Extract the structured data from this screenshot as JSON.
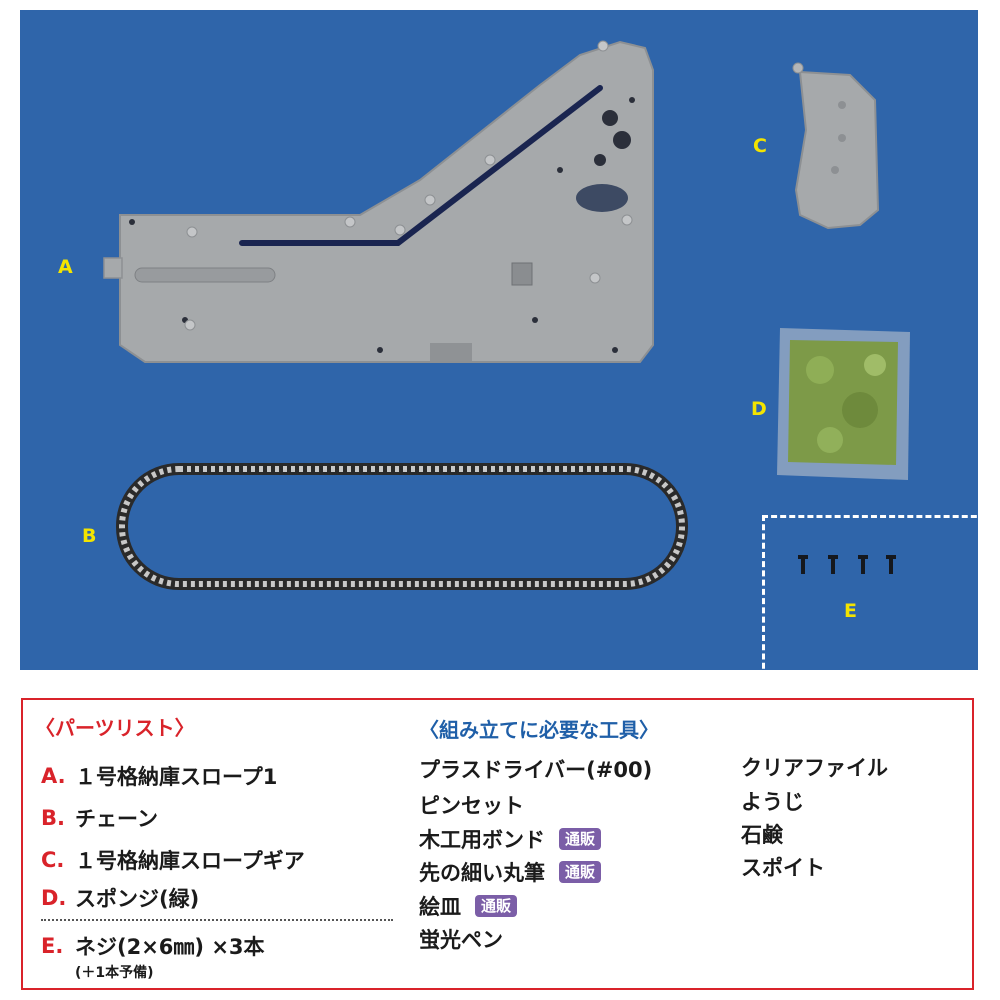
{
  "photo": {
    "background_color": "#2f65aa",
    "labels": [
      "A",
      "B",
      "C",
      "D",
      "E"
    ]
  },
  "parts": {
    "heading": "〈パーツリスト〉",
    "items": [
      {
        "letter": "A.",
        "name": "１号格納庫スロープ1"
      },
      {
        "letter": "B.",
        "name": "チェーン"
      },
      {
        "letter": "C.",
        "name": "１号格納庫スロープギア"
      },
      {
        "letter": "D.",
        "name": "スポンジ(緑)"
      },
      {
        "letter": "E.",
        "name": "ネジ(2×6㎜) ×3本",
        "sub": "(＋1本予備)"
      }
    ]
  },
  "tools": {
    "heading": "〈組み立てに必要な工具〉",
    "column1": [
      {
        "name": "プラスドライバー(#00)",
        "badge": ""
      },
      {
        "name": "ピンセット",
        "badge": ""
      },
      {
        "name": "木工用ボンド",
        "badge": "通販"
      },
      {
        "name": "先の細い丸筆",
        "badge": "通販"
      },
      {
        "name": "絵皿",
        "badge": "通販"
      },
      {
        "name": "蛍光ペン",
        "badge": ""
      }
    ],
    "column2": [
      {
        "name": "クリアファイル"
      },
      {
        "name": "ようじ"
      },
      {
        "name": "石鹸"
      },
      {
        "name": "スポイト"
      }
    ]
  },
  "colors": {
    "accent_red": "#d9232a",
    "heading_blue": "#1f5fa8",
    "badge_purple": "#7b5ea7",
    "label_yellow": "#f3e400"
  }
}
